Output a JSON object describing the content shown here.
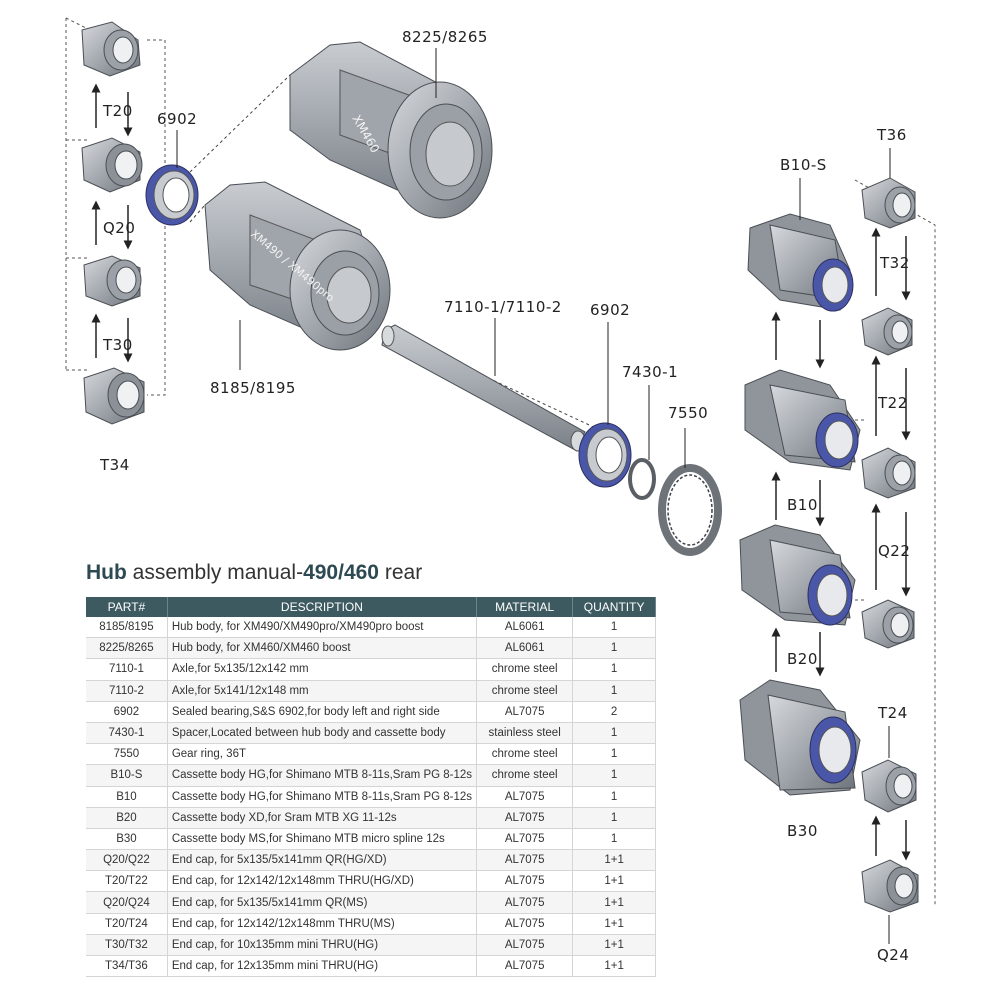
{
  "title": {
    "word": "Hub",
    "rest": "assembly manual-",
    "models": "490/460",
    "suffix": "rear"
  },
  "labels": {
    "t20": "T20",
    "q20": "Q20",
    "t30": "T30",
    "t34": "T34",
    "bearing_left": "6902",
    "hub_460": "8225/8265",
    "hub_490": "8185/8195",
    "hub_460_print": "XM460",
    "hub_490_print": "XM490 / XM490pro",
    "axle": "7110-1/7110-2",
    "bearing_right": "6902",
    "spacer": "7430-1",
    "gear_ring": "7550",
    "b10s": "B10-S",
    "b10": "B10",
    "b20": "B20",
    "b30": "B30",
    "t36": "T36",
    "t32": "T32",
    "t22": "T22",
    "q22": "Q22",
    "t24": "T24",
    "q24": "Q24"
  },
  "table": {
    "headers": [
      "PART#",
      "DESCRIPTION",
      "MATERIAL",
      "QUANTITY"
    ],
    "rows": [
      [
        "8185/8195",
        "Hub body, for XM490/XM490pro/XM490pro boost",
        "AL6061",
        "1"
      ],
      [
        "8225/8265",
        "Hub body, for XM460/XM460 boost",
        "AL6061",
        "1"
      ],
      [
        "7110-1",
        "Axle,for 5x135/12x142 mm",
        "chrome steel",
        "1"
      ],
      [
        "7110-2",
        "Axle,for 5x141/12x148 mm",
        "chrome steel",
        "1"
      ],
      [
        "6902",
        "Sealed bearing,S&S 6902,for body left and right side",
        "AL7075",
        "2"
      ],
      [
        "7430-1",
        "Spacer,Located between hub body and cassette body",
        "stainless steel",
        "1"
      ],
      [
        "7550",
        "Gear ring, 36T",
        "chrome steel",
        "1"
      ],
      [
        "B10-S",
        "Cassette body HG,for Shimano MTB 8-11s,Sram PG 8-12s",
        "chrome steel",
        "1"
      ],
      [
        "B10",
        "Cassette body HG,for Shimano MTB 8-11s,Sram PG 8-12s",
        "AL7075",
        "1"
      ],
      [
        "B20",
        "Cassette body XD,for Sram MTB XG 11-12s",
        "AL7075",
        "1"
      ],
      [
        "B30",
        "Cassette body MS,for Shimano MTB micro spline 12s",
        "AL7075",
        "1"
      ],
      [
        "Q20/Q22",
        "End cap, for 5x135/5x141mm QR(HG/XD)",
        "AL7075",
        "1+1"
      ],
      [
        "T20/T22",
        "End cap, for 12x142/12x148mm THRU(HG/XD)",
        "AL7075",
        "1+1"
      ],
      [
        "Q20/Q24",
        "End cap, for 5x135/5x141mm QR(MS)",
        "AL7075",
        "1+1"
      ],
      [
        "T20/T24",
        "End cap, for 12x142/12x148mm THRU(MS)",
        "AL7075",
        "1+1"
      ],
      [
        "T30/T32",
        "End cap, for 10x135mm mini THRU(HG)",
        "AL7075",
        "1+1"
      ],
      [
        "T34/T36",
        "End cap, for 12x135mm mini THRU(HG)",
        "AL7075",
        "1+1"
      ]
    ]
  }
}
